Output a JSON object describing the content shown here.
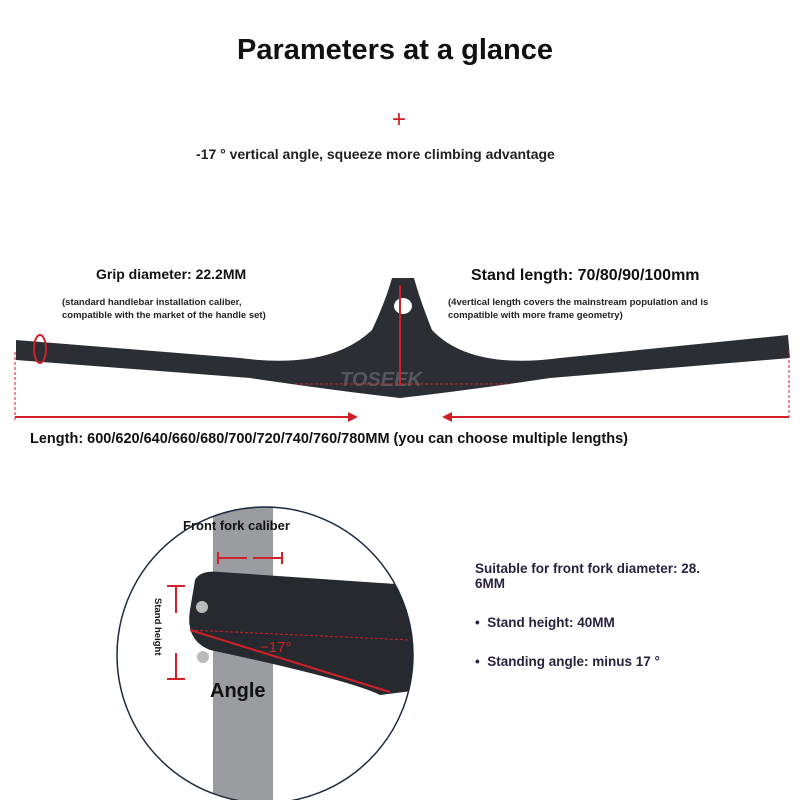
{
  "title": "Parameters at a glance",
  "plus_icon": "+",
  "subtitle": "-17 ° vertical angle, squeeze more climbing advantage",
  "grip": {
    "label": "Grip diameter: 22.2MM",
    "note_line1": "(standard handlebar installation caliber,",
    "note_line2": "compatible with the market of the handle set)"
  },
  "stand": {
    "label": "Stand length: 70/80/90/100mm",
    "note_line1": "(4vertical length covers the mainstream population and is",
    "note_line2": "compatible with more frame geometry)"
  },
  "brand": "TOSEEK",
  "length": "Length: 600/620/640/660/680/700/720/740/760/780MM (you can choose multiple lengths)",
  "detail": {
    "fork_caliber": "Front fork caliber",
    "stand_height": "Stand height",
    "angle_value": "−17°",
    "angle_label": "Angle"
  },
  "specs": {
    "fork_line1": "Suitable for front fork diameter: 28.",
    "fork_line2": "6MM",
    "height": "Stand height: 40MM",
    "angle": "Standing angle: minus 17 °"
  },
  "colors": {
    "accent": "#d0202a",
    "bar": "#2b2e33",
    "spec_text": "#2a1f3d"
  }
}
